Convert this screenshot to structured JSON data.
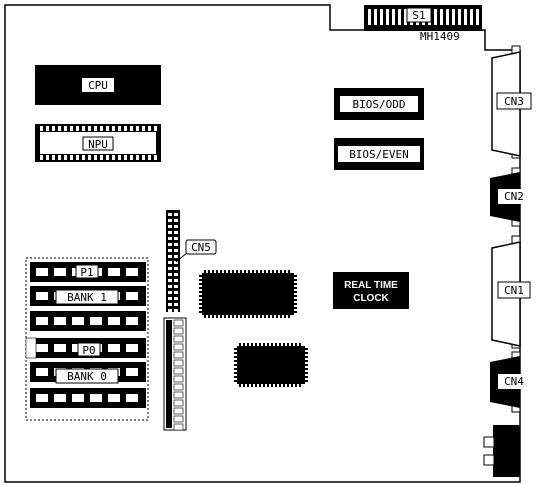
{
  "board": {
    "model": "MH1409",
    "labels": {
      "s1": "S1",
      "cpu": "CPU",
      "npu": "NPU",
      "bios_odd": "BIOS/ODD",
      "bios_even": "BIOS/EVEN",
      "cn1": "CN1",
      "cn2": "CN2",
      "cn3": "CN3",
      "cn4": "CN4",
      "cn5": "CN5",
      "p1": "P1",
      "p0": "P0",
      "bank1": "BANK 1",
      "bank0": "BANK 0",
      "rtc_line1": "REAL TIME",
      "rtc_line2": "CLOCK"
    }
  }
}
